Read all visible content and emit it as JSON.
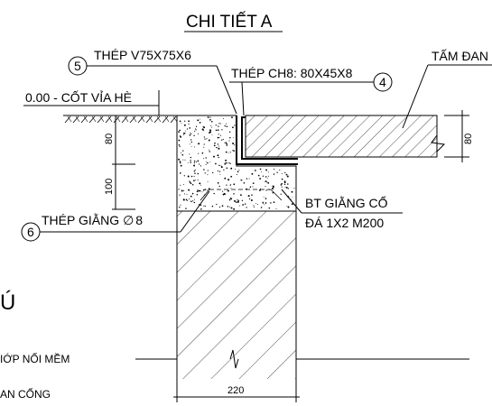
{
  "title": "CHI TIẾT  A",
  "labels": {
    "cover_plate": "TẤM ĐAN",
    "angle_steel": "THÉP V75X75X6",
    "channel_steel": "THÉP CH8: 80X45X8",
    "curb_level": "0.00 - CỐT VỈA HÈ",
    "beam_concrete_line1": "BT GIẰNG CỔ",
    "beam_concrete_line2": "ĐÁ 1X2 M200",
    "beam_rebar": "THÉP GIẰNG",
    "diameter_symbol": "∅",
    "rebar_size": "8"
  },
  "markers": {
    "angle_steel": "5",
    "channel_steel": "4",
    "beam_rebar": "6"
  },
  "dimensions": {
    "top_height": "80",
    "lower_height": "100",
    "slab_thickness": "80",
    "wall_width": "220"
  },
  "notes": {
    "heading": "Ú",
    "item1": "IỚP NỐI MỀM",
    "item2": "AN CỔNG"
  }
}
